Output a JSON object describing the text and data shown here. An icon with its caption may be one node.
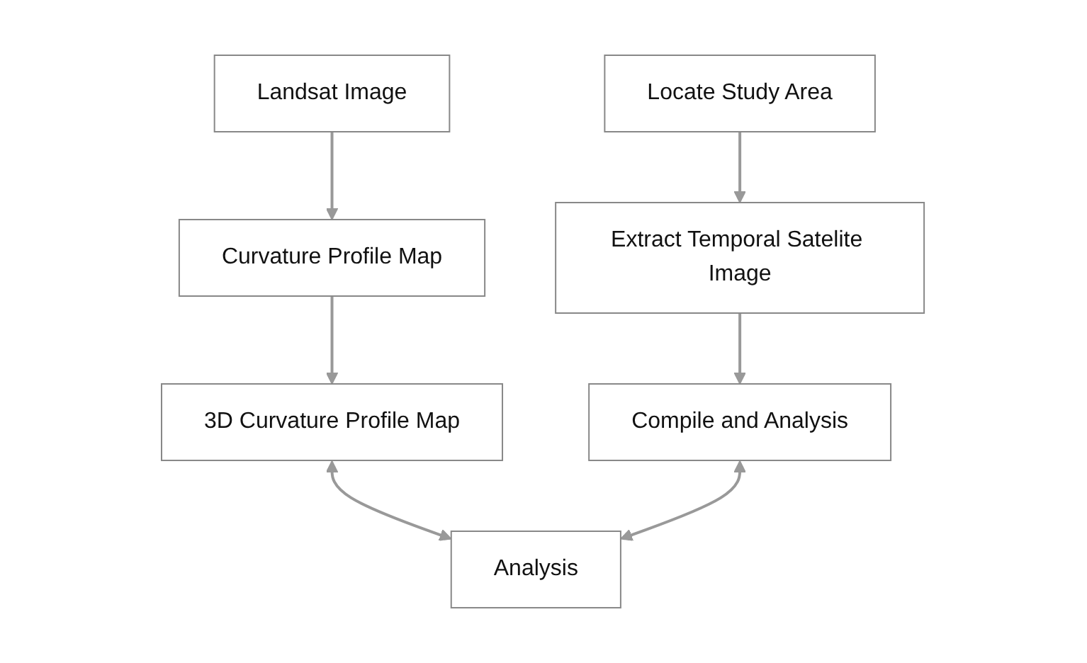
{
  "diagram": {
    "nodes": [
      {
        "text": [
          "Landsat Image"
        ]
      },
      {
        "text": [
          "Curvature Profile Map"
        ]
      },
      {
        "text": [
          "3D Curvature Profile Map"
        ]
      },
      {
        "text": [
          "Locate Study Area"
        ]
      },
      {
        "text": [
          "Extract Temporal Satelite Image"
        ]
      },
      {
        "text": [
          "Compile and Analysis"
        ]
      },
      {
        "text": [
          "Analysis"
        ]
      }
    ],
    "edges": [
      {
        "from": 0,
        "to": 1,
        "arrow": "to"
      },
      {
        "from": 1,
        "to": 2,
        "arrow": "to"
      },
      {
        "from": 3,
        "to": 4,
        "arrow": "to"
      },
      {
        "from": 4,
        "to": 5,
        "arrow": "to"
      },
      {
        "from": 2,
        "to": 6,
        "arrow": "both"
      },
      {
        "from": 5,
        "to": 6,
        "arrow": "both"
      }
    ]
  }
}
